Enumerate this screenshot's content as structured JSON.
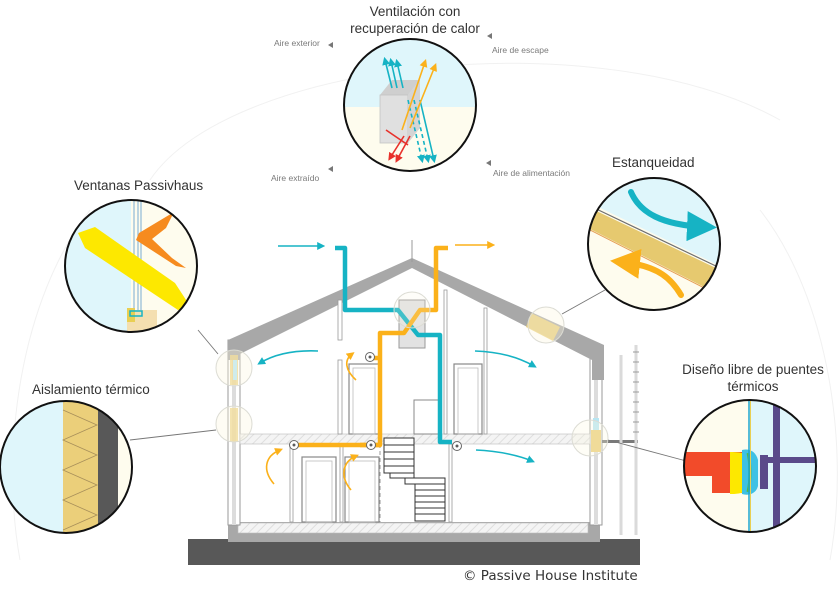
{
  "title": "Passivhaus principles",
  "callouts": {
    "ventilation": {
      "title_line1": "Ventilación con",
      "title_line2": "recuperación de calor",
      "flows": {
        "outdoor_air": "Aire exterior",
        "exhaust_air": "Aire de escape",
        "extract_air": "Aire extraído",
        "supply_air": "Aire de alimentación"
      }
    },
    "windows": {
      "title": "Ventanas Passivhaus"
    },
    "airtightness": {
      "title": "Estanqueidad"
    },
    "insulation": {
      "title": "Aislamiento térmico"
    },
    "thermal_bridge": {
      "title_line1": "Diseño libre de puentes",
      "title_line2": "térmicos"
    }
  },
  "credit": "© Passive House Institute",
  "colors": {
    "fresh_air": "#16b3c4",
    "warm_air": "#fbb11a",
    "extract_red": "#e8312b",
    "orange": "#f68b1f",
    "yellow": "#fde800",
    "insulation": "#ebcf7a",
    "wall_gray": "#a8a8a8",
    "ground_dark": "#585858",
    "sky": "#dff6fb",
    "interior": "#fefcee"
  }
}
